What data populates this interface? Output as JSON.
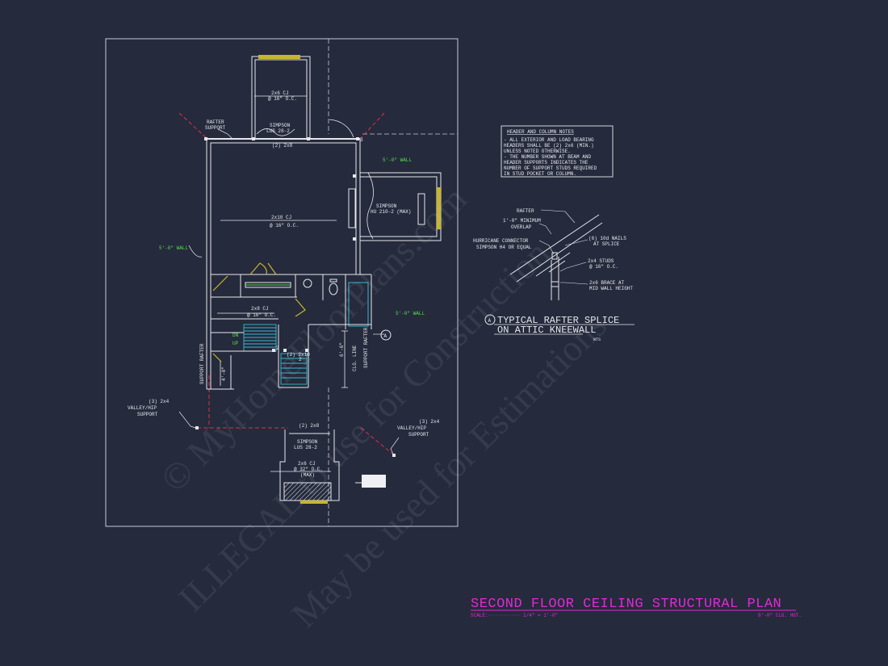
{
  "notes": {
    "title": "HEADER AND COLUMN NOTES",
    "lines": [
      "- ALL EXTERIOR AND LOAD BEARING",
      "HEADERS SHALL BE (2) 2x6 (MIN.)",
      "UNLESS NOTED OTHERWISE.",
      "- THE NUMBER SHOWN AT BEAM AND",
      "HEADER SUPPORTS INDICATES THE",
      "NUMBER OF SUPPORT STUDS REQUIRED",
      "IN STUD POCKET OR COLUMN."
    ]
  },
  "plan_labels": {
    "cj_top_1": "2x6 CJ",
    "cj_top_2": "@ 16\" O.C.",
    "rafter_support_1": "RAFTER",
    "rafter_support_2": "SUPPORT",
    "simpson_top_1": "SIMPSON",
    "simpson_top_2": "LUS 28-2",
    "header_top": "(2) 2x8",
    "wall_right_top": "5'-0\" WALL",
    "simpson_hu_1": "SIMPSON",
    "simpson_hu_2": "HU 210-2 (MAX)",
    "cj_main_1": "2x10 CJ",
    "cj_main_2": "@ 16\" O.C.",
    "wall_left": "5'-0\" WALL",
    "cj_stair_1": "2x8 CJ",
    "cj_stair_2": "@ 16\" O.C.",
    "wall_right_mid": "5'-0\" WALL",
    "dn": "DN",
    "up": "UP",
    "header_stair": "(2) 2x10",
    "support_rafter_left": "SUPPORT RAFTER",
    "dim_left": "4'-0\"",
    "dim_clg": "6'-6\"",
    "clg_line": "CLG. LINE",
    "support_rafter_right": "SUPPORT RAFTER",
    "valley_left_1": "(3) 2x4",
    "valley_left_2": "VALLEY/HIP",
    "valley_left_3": "SUPPORT",
    "valley_right_1": "(3) 2x4",
    "valley_right_2": "VALLEY/HIP",
    "valley_right_3": "SUPPORT",
    "header_bottom": "(2) 2x8",
    "simpson_bottom_1": "SIMPSON",
    "simpson_bottom_2": "LUS 28-2",
    "cj_bottom_1": "2x6 CJ",
    "cj_bottom_2": "@ 32\" O.C.",
    "cj_bottom_3": "(MAX)",
    "stud_3": "3",
    "stud_2a": "2",
    "stud_2b": "2"
  },
  "detail": {
    "marker": "A",
    "title_line1": "TYPICAL RAFTER SPLICE",
    "title_line2": "ON ATTIC KNEEWALL",
    "scale": "NTS",
    "labels": {
      "rafter": "RAFTER",
      "overlap_1": "1'-0\" MINIMUM",
      "overlap_2": "OVERLAP",
      "hurricane_1": "HURRICANE CONNECTOR",
      "hurricane_2": "SIMPSON H4 OR EQUAL",
      "nails_1": "(6) 10d NAILS",
      "nails_2": "AT SPLICE",
      "studs_1": "2x4 STUDS",
      "studs_2": "@ 16\" O.C.",
      "brace_1": "2x6 BRACE AT",
      "brace_2": "MID WALL HEIGHT"
    }
  },
  "title_block": {
    "title": "SECOND FLOOR CEILING STRUCTURAL PLAN",
    "scale_label": "SCALE:",
    "scale_value": "1/4\" = 1'-0\"",
    "ceiling_height": "8'-0\" CLG. HGT."
  },
  "watermark": {
    "line1": "© MyHomeFloorPlans.com",
    "line2": "ILLEGAL to use for Construction",
    "line3": "May be used for Estimations"
  },
  "colors": {
    "background": "#252a3c",
    "linework": "#e6e8ee",
    "accent_green": "#55e04a",
    "accent_magenta": "#e02ad6",
    "accent_red": "#e0304a",
    "accent_yellow": "#c8b62a",
    "accent_cyan": "#3bb8d0"
  }
}
